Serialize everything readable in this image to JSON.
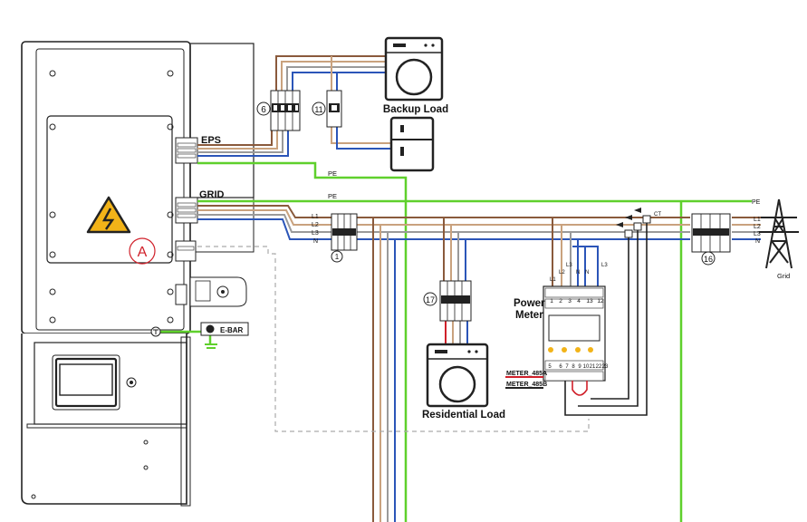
{
  "labels": {
    "eps": "EPS",
    "grid_port": "GRID",
    "pe_top": "PE",
    "pe_mid": "PE",
    "marker_a": "A",
    "backup_load": "Backup Load",
    "residential_load": "Residential Load",
    "power_meter_1": "Power",
    "power_meter_2": "Meter",
    "e_bar": "E-BAR",
    "grid": "Grid",
    "ct": "CT",
    "meter_485a": "METER_485A",
    "meter_485b": "METER_485B"
  },
  "breaker_numbers": {
    "b6": "6",
    "b11": "11",
    "b1": "1",
    "b17": "17",
    "b16": "16"
  },
  "phase_labels_left": [
    "L1",
    "L2",
    "L3",
    "N"
  ],
  "phase_labels_right": [
    "PE",
    "L1",
    "L2",
    "L3",
    "N"
  ],
  "meter_terminals_top": [
    "1",
    "2",
    "3",
    "4",
    "13",
    "12"
  ],
  "meter_terminals_bottom": [
    "5",
    "6",
    "7",
    "8",
    "9",
    "10",
    "21",
    "22",
    "23"
  ],
  "meter_wire_labels": [
    "L1",
    "L2",
    "L3",
    "N",
    "N",
    "L3"
  ],
  "colors": {
    "brown": "#8a5a3c",
    "tan": "#c9a27e",
    "gray_wire": "#9a9a9a",
    "blue": "#2b55b8",
    "black_wire": "#222222",
    "green": "#5fd02c",
    "red": "#d0202a",
    "warning": "#f2b318"
  }
}
